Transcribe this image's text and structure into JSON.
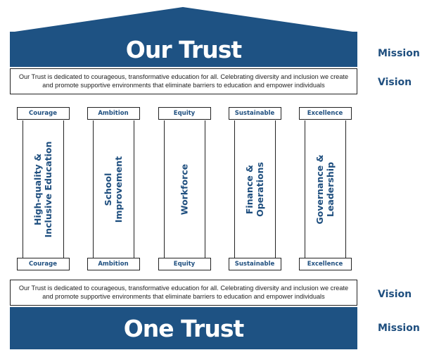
{
  "top": {
    "title": "Our Trust",
    "statement": "Our Trust is dedicated to courageous, transformative education for all. Celebrating diversity and inclusion we create and promote supportive environments that eliminate barriers to education and empower individuals",
    "side_labels": [
      "Mission",
      "Vision"
    ]
  },
  "pillars": [
    {
      "value": "Courage",
      "label": "High-quality &\nInclusive Education"
    },
    {
      "value": "Ambition",
      "label": "School\nImprovement"
    },
    {
      "value": "Equity",
      "label": "Workforce"
    },
    {
      "value": "Sustainable",
      "label": "Finance &\nOperations"
    },
    {
      "value": "Excellence",
      "label": "Governance &\nLeadership"
    }
  ],
  "bottom": {
    "title": "One Trust",
    "statement": "Our Trust is dedicated to courageous, transformative education for all. Celebrating diversity and inclusion we create and promote supportive environments that eliminate barriers to education and empower individuals",
    "side_labels": [
      "Vision",
      "Mission"
    ]
  },
  "colors": {
    "primary": "#1e5283",
    "text": "#1f4f7f",
    "border": "#222222"
  }
}
